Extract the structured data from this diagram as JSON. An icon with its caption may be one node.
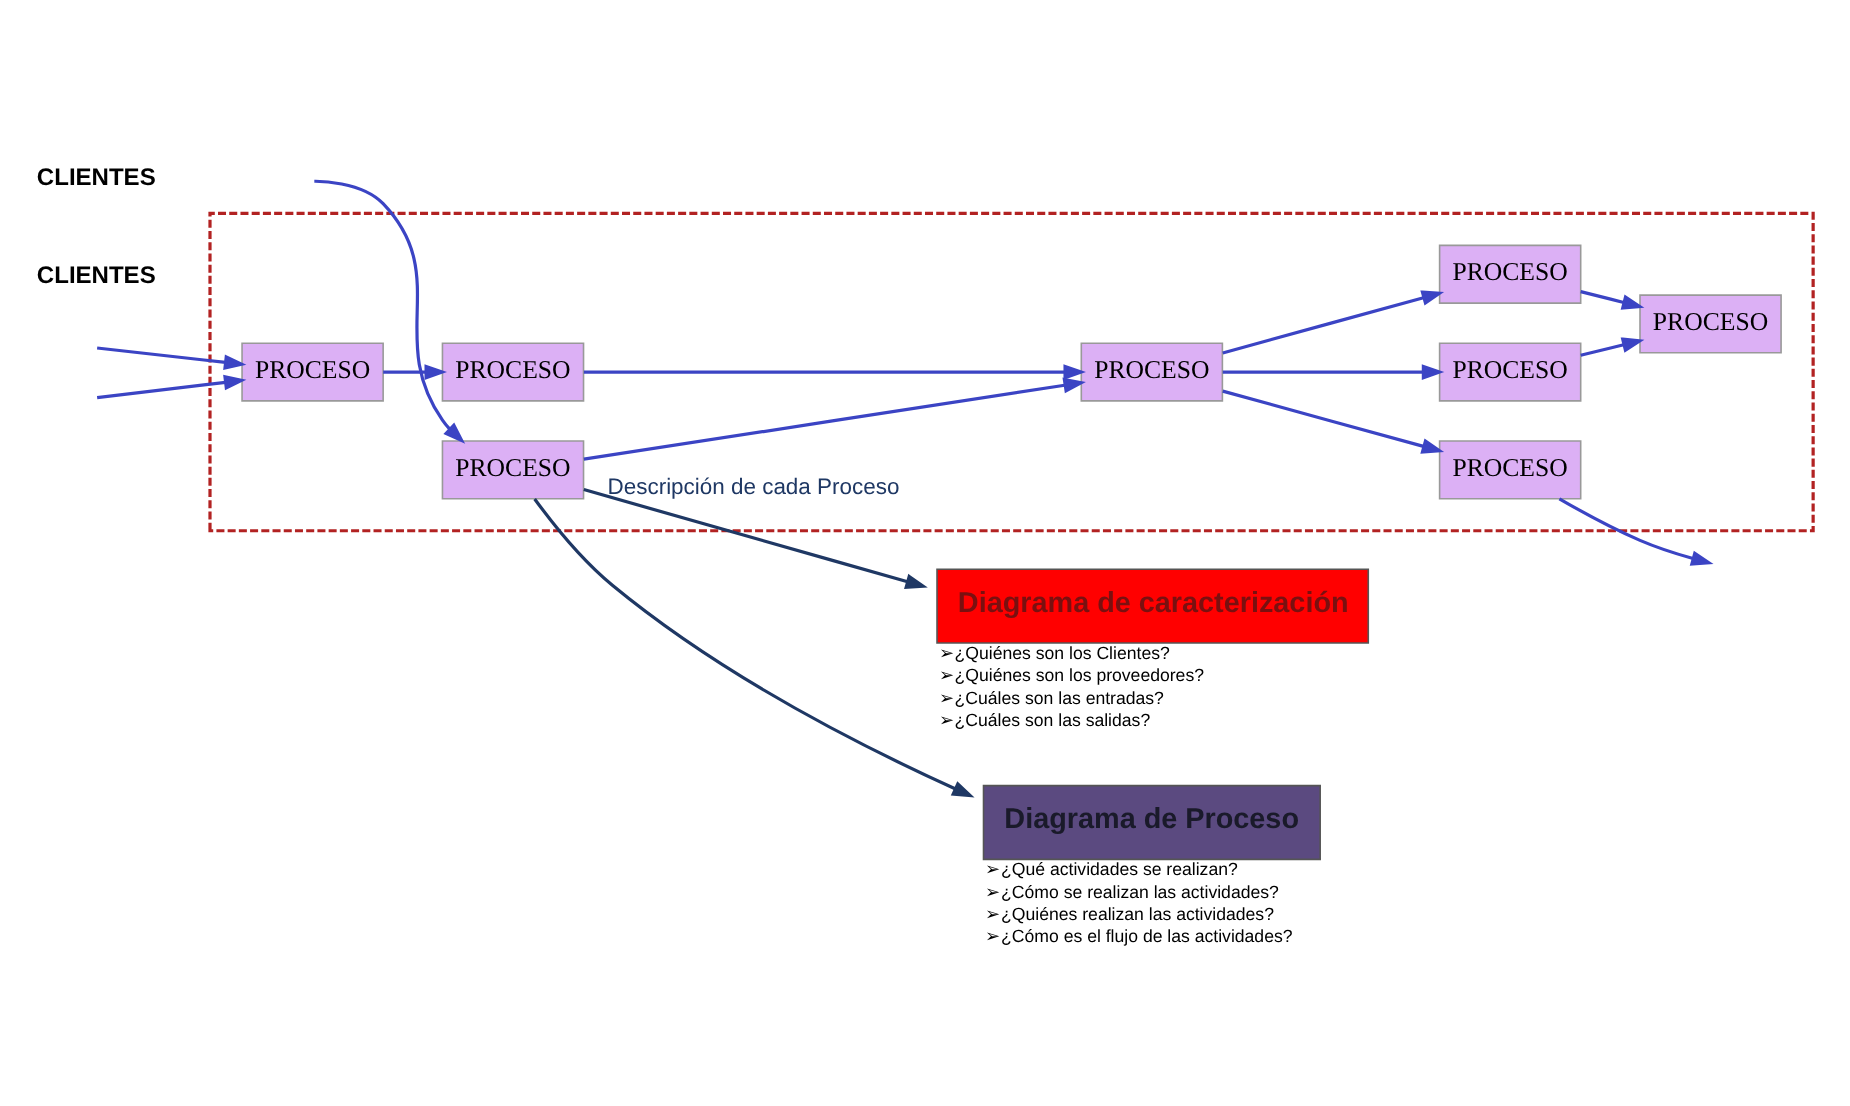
{
  "diagram": {
    "nodes": [
      {
        "text": [],
        "shape": "box"
      },
      {
        "text": [
          "PROCESO"
        ],
        "in": 0
      },
      {
        "text": [
          "PROCESO"
        ],
        "in": 0
      },
      {
        "text": [
          "PROCESO"
        ],
        "in": 0
      },
      {
        "text": [
          "PROCESO"
        ],
        "in": 0
      },
      {
        "text": [
          "PROCESO"
        ],
        "in": 0
      },
      {
        "text": [
          "PROCESO"
        ],
        "in": 0
      },
      {
        "text": [
          "PROCESO"
        ],
        "in": 0
      },
      {
        "text": [
          "PROCESO"
        ],
        "in": 0
      },
      {
        "text": [
          "Diagrama de caracterización"
        ],
        "beside": [
          "➢¿Quiénes son los Clientes?",
          "➢¿Quiénes son los proveedores?",
          "➢¿Cuáles son las entradas?",
          "➢¿Cuáles son las salidas?"
        ]
      },
      {
        "text": [
          "Diagrama de Proceso"
        ],
        "beside": [
          "➢¿Qué actividades se realizan?",
          "➢¿Cómo se realizan las actividades?",
          "➢¿Quiénes realizan las actividades?",
          "➢¿Cómo es el flujo de las actividades?"
        ]
      }
    ],
    "edges": [
      {
        "from": null,
        "to": 1,
        "arrow": "to"
      },
      {
        "from": null,
        "to": 1,
        "arrow": "to"
      },
      {
        "from": 1,
        "to": 2,
        "arrow": "to"
      },
      {
        "from": null,
        "to": 3,
        "arrow": "to"
      },
      {
        "from": 2,
        "to": 4,
        "arrow": "to"
      },
      {
        "from": 3,
        "to": 4,
        "arrow": "to"
      },
      {
        "from": 4,
        "to": 5,
        "arrow": "to"
      },
      {
        "from": 4,
        "to": 6,
        "arrow": "to"
      },
      {
        "from": 4,
        "to": 7,
        "arrow": "to"
      },
      {
        "from": 5,
        "to": null,
        "arrow": "to"
      },
      {
        "from": 6,
        "to": 8,
        "arrow": "to"
      },
      {
        "from": 7,
        "to": 8,
        "arrow": "to"
      },
      {
        "from": 3,
        "to": 9,
        "arrow": "to",
        "label": "Descripción de cada Proceso",
        "color": "#1f3864"
      },
      {
        "from": 3,
        "to": 10,
        "arrow": "to",
        "color": "#1f3864"
      }
    ],
    "labels": [
      "CLIENTES",
      "CLIENTES"
    ]
  }
}
